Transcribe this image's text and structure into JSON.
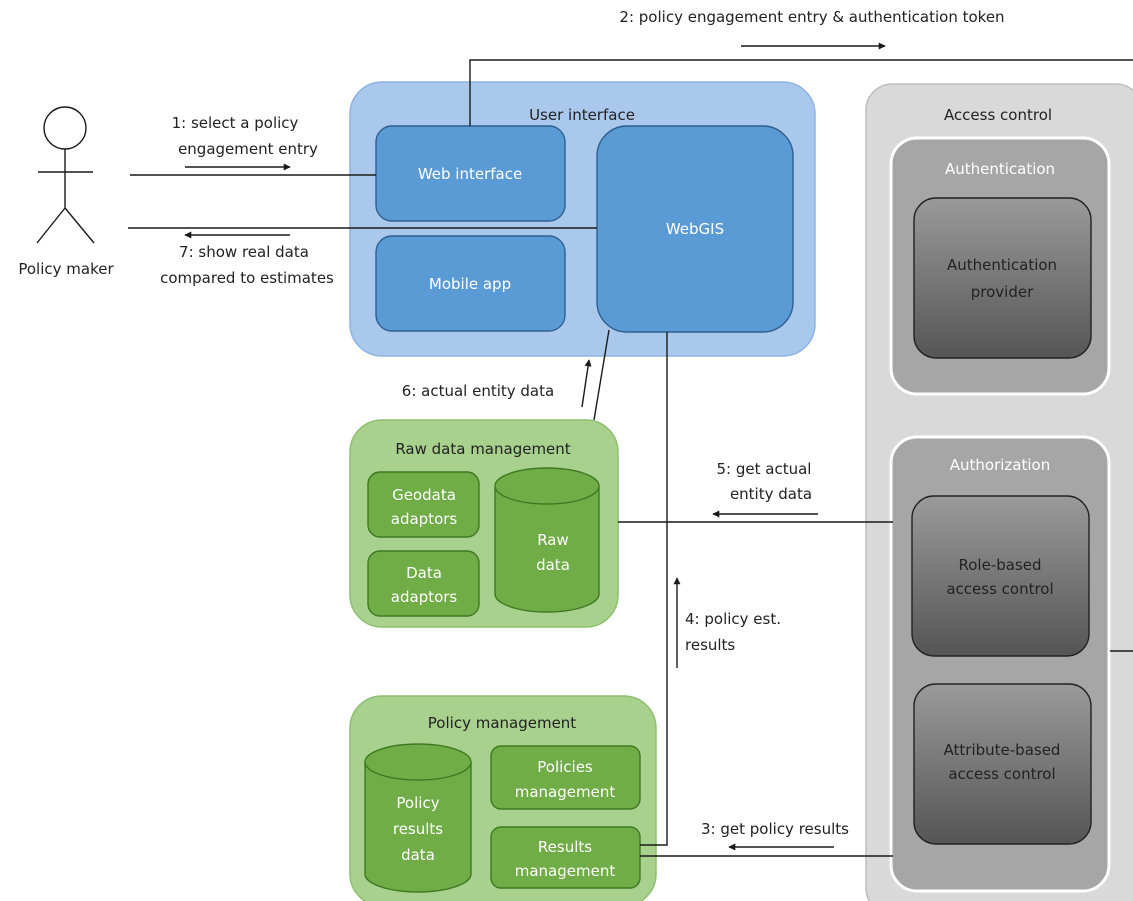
{
  "actor": {
    "label": "Policy maker"
  },
  "user_interface": {
    "title": "User interface",
    "web_interface": "Web interface",
    "mobile_app": "Mobile app",
    "webgis": "WebGIS"
  },
  "access_control": {
    "title": "Access control",
    "authentication": {
      "title": "Authentication",
      "provider": [
        "Authentication",
        "provider"
      ]
    },
    "authorization": {
      "title": "Authorization",
      "rbac": [
        "Role-based",
        "access control"
      ],
      "abac": [
        "Attribute-based",
        "access control"
      ]
    }
  },
  "raw_data_management": {
    "title": "Raw data management",
    "geodata_adaptors": [
      "Geodata",
      "adaptors"
    ],
    "data_adaptors": [
      "Data",
      "adaptors"
    ],
    "raw_data": [
      "Raw",
      "data"
    ]
  },
  "policy_management": {
    "title": "Policy management",
    "policy_results_data": [
      "Policy",
      "results",
      "data"
    ],
    "policies_management": [
      "Policies",
      "management"
    ],
    "results_management": [
      "Results",
      "management"
    ]
  },
  "steps": {
    "s1": [
      "1: select a policy",
      "engagement entry"
    ],
    "s2": "2: policy engagement entry & authentication token",
    "s3": "3: get policy results",
    "s4": [
      "4: policy est.",
      "results"
    ],
    "s5": [
      "5: get actual",
      "entity data"
    ],
    "s6": "6: actual entity data",
    "s7": [
      "7: show real data",
      "compared to estimates"
    ]
  },
  "colors": {
    "ui_panel": "#a9c8ec",
    "ui_box": "#5b9bd5",
    "green_panel": "#a9d18e",
    "green_box": "#70ad47",
    "access_panel": "#d9d9d9",
    "dark_gray": "#7f7f7f"
  }
}
